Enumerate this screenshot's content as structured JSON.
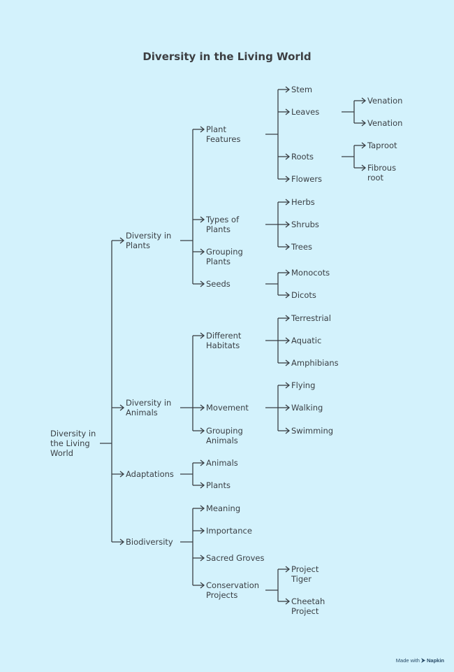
{
  "title": "Diversity in the Living World",
  "footer": {
    "made_with": "Made with",
    "brand": "Napkin"
  },
  "colors": {
    "background": "#d3f2fc",
    "line": "#3a3f44",
    "text": "#3a3f44"
  },
  "tree": {
    "label": "Diversity in\nthe Living\nWorld",
    "children": [
      {
        "label": "Diversity in\nPlants",
        "children": [
          {
            "label": "Plant\nFeatures",
            "children": [
              {
                "label": "Stem"
              },
              {
                "label": "Leaves",
                "children": [
                  {
                    "label": "Venation"
                  },
                  {
                    "label": "Venation"
                  }
                ]
              },
              {
                "label": "Roots",
                "children": [
                  {
                    "label": "Taproot"
                  },
                  {
                    "label": "Fibrous\nroot"
                  }
                ]
              },
              {
                "label": "Flowers"
              }
            ]
          },
          {
            "label": "Types of\nPlants",
            "children": [
              {
                "label": "Herbs"
              },
              {
                "label": "Shrubs"
              },
              {
                "label": "Trees"
              }
            ]
          },
          {
            "label": "Grouping\nPlants"
          },
          {
            "label": "Seeds",
            "children": [
              {
                "label": "Monocots"
              },
              {
                "label": "Dicots"
              }
            ]
          }
        ]
      },
      {
        "label": "Diversity in\nAnimals",
        "children": [
          {
            "label": "Different\nHabitats",
            "children": [
              {
                "label": "Terrestrial"
              },
              {
                "label": "Aquatic"
              },
              {
                "label": "Amphibians"
              }
            ]
          },
          {
            "label": "Movement",
            "children": [
              {
                "label": "Flying"
              },
              {
                "label": "Walking"
              },
              {
                "label": "Swimming"
              }
            ]
          },
          {
            "label": "Grouping\nAnimals"
          }
        ]
      },
      {
        "label": "Adaptations",
        "children": [
          {
            "label": "Animals"
          },
          {
            "label": "Plants"
          }
        ]
      },
      {
        "label": "Biodiversity",
        "children": [
          {
            "label": "Meaning"
          },
          {
            "label": "Importance"
          },
          {
            "label": "Sacred Groves"
          },
          {
            "label": "Conservation\nProjects",
            "children": [
              {
                "label": "Project\nTiger"
              },
              {
                "label": "Cheetah\nProject"
              }
            ]
          }
        ]
      }
    ]
  }
}
